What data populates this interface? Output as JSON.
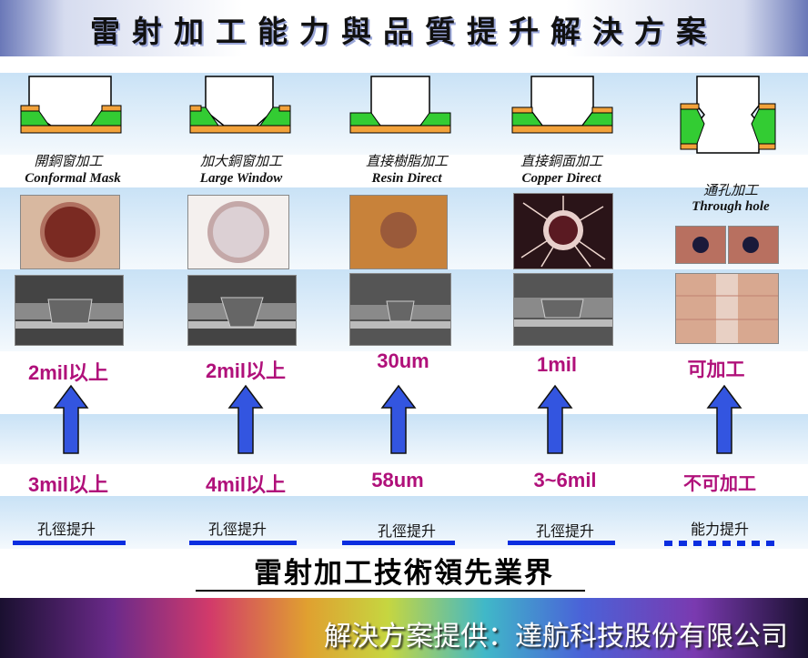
{
  "header": {
    "title": "雷射加工能力與品質提升解決方案"
  },
  "columns": [
    {
      "label_cn": "開銅窗加工",
      "label_en": "Conformal Mask",
      "after": "2mil以上",
      "before": "3mil以上",
      "improve": "孔徑提升"
    },
    {
      "label_cn": "加大銅窗加工",
      "label_en": "Large Window",
      "after": "2mil以上",
      "before": "4mil以上",
      "improve": "孔徑提升"
    },
    {
      "label_cn": "直接樹脂加工",
      "label_en": "Resin Direct",
      "after": "30um",
      "before": "58um",
      "improve": "孔徑提升"
    },
    {
      "label_cn": "直接銅面加工",
      "label_en": "Copper Direct",
      "after": "1mil",
      "before": "3~6mil",
      "improve": "孔徑提升"
    },
    {
      "label_cn": "通孔加工",
      "label_en": "Through hole",
      "after": "可加工",
      "before": "不可加工",
      "improve": "能力提升"
    }
  ],
  "slogan": "雷射加工技術領先業界",
  "footer": {
    "provider": "解決方案提供：達航科技股份有限公司"
  },
  "colors": {
    "value": "#b0107a",
    "arrow": "#3355e0",
    "improve_line": "#0a2ee0",
    "copper": "#f2a23a",
    "resin": "#33cc33"
  },
  "icons": [
    "via-cross-section-diagram",
    "microscope-photo",
    "sem-photo",
    "up-arrow"
  ]
}
